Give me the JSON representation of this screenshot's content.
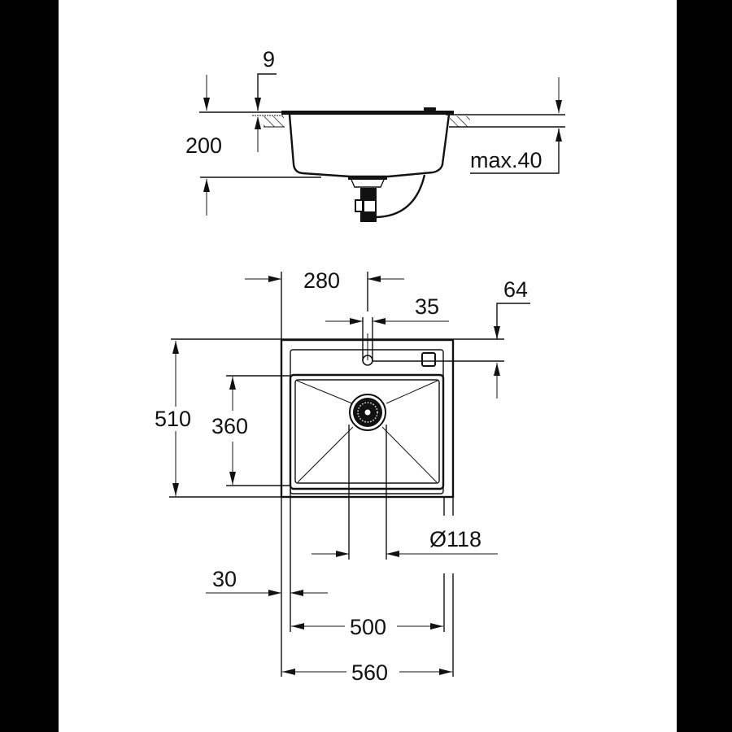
{
  "drawing": {
    "title": "Sink dimension drawing",
    "side_view": {
      "labels": {
        "flange_thickness": "9",
        "depth": "200",
        "countertop_thickness": "max.40"
      }
    },
    "top_view": {
      "labels": {
        "tap_hole_offset": "280",
        "tap_hole_diameter": "35",
        "tap_hole_from_back": "64",
        "overall_depth": "510",
        "bowl_depth": "360",
        "drain_diameter": "Ø118",
        "rim_width": "30",
        "bowl_width": "500",
        "overall_width": "560"
      }
    },
    "colors": {
      "background": "#ffffff",
      "border": "#000000",
      "line": "#111111"
    }
  }
}
